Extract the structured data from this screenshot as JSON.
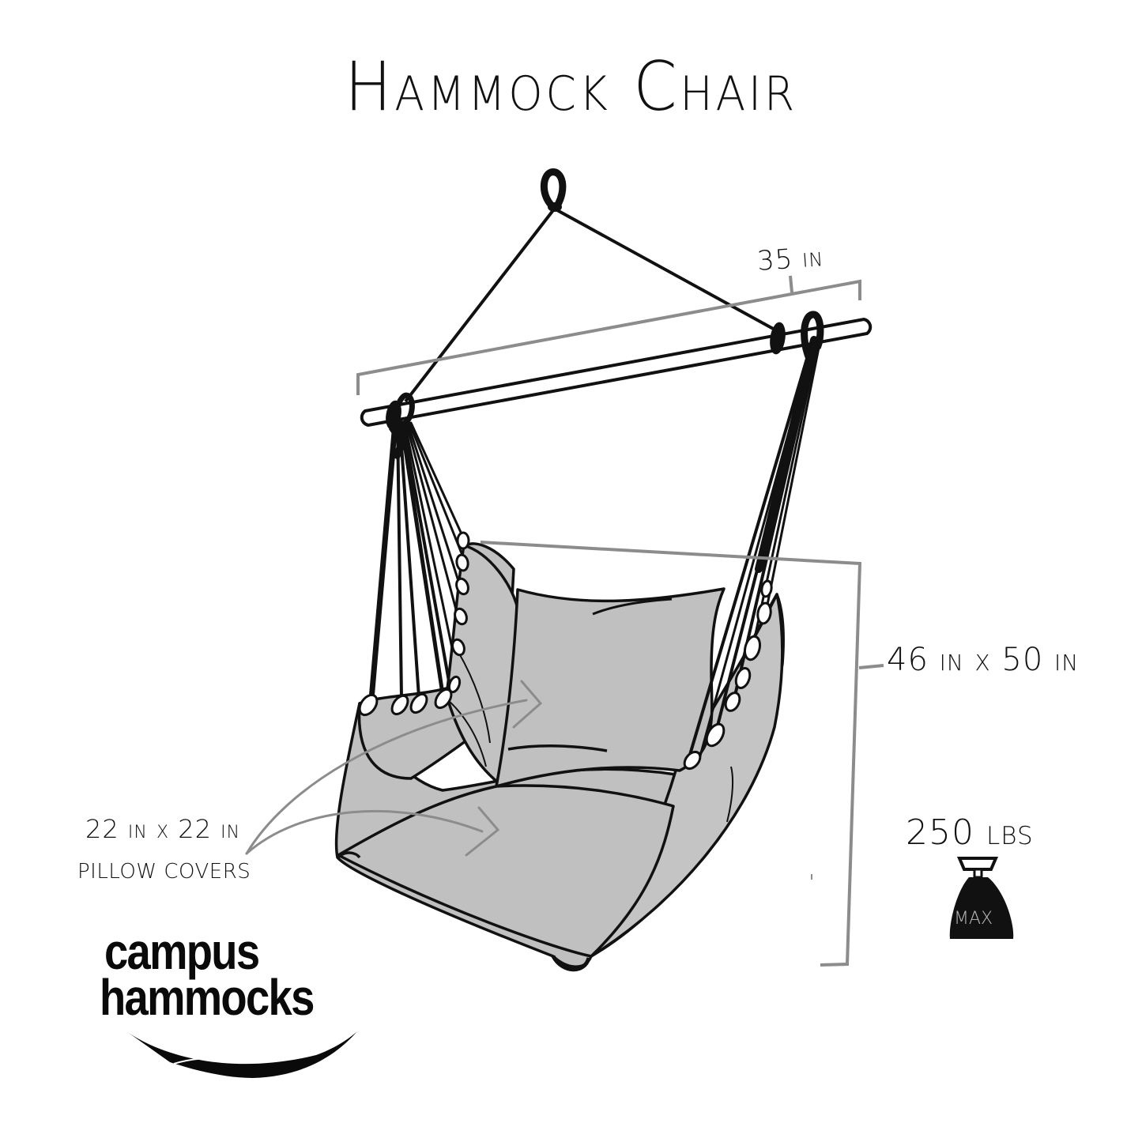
{
  "title": "Hammock Chair",
  "dimensions": {
    "bar_width": "35 in",
    "chair_size": "46 in x 50 in",
    "pillow_size": "22 in x 22 in",
    "pillow_caption": "PILLOW COVERS"
  },
  "capacity": {
    "value": "250 lbs",
    "badge": "MAX",
    "icon": "weight-icon"
  },
  "brand": {
    "line1": "campus",
    "line2": "hammocks",
    "icon": "hammock-swoosh-icon"
  },
  "colors": {
    "ink": "#111111",
    "fabric": "#c0c0c0",
    "dimension_line": "#8c8c8c",
    "background": "#ffffff"
  }
}
